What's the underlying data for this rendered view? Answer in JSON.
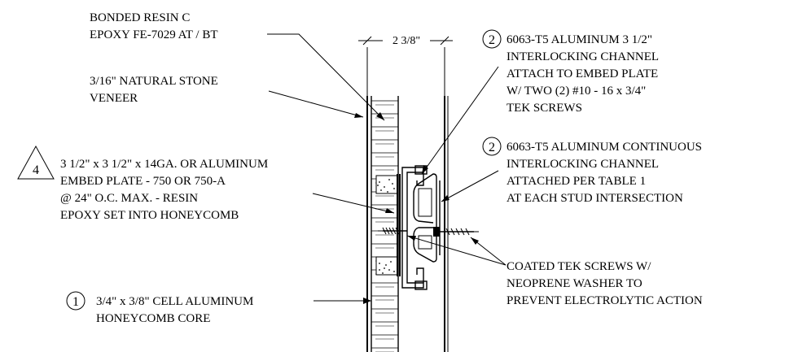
{
  "notes": {
    "resin": [
      "BONDED RESIN C",
      "EPOXY FE-7029 AT / BT"
    ],
    "veneer": [
      "3/16\" NATURAL STONE",
      "VENEER"
    ],
    "embed_plate": [
      "3 1/2\" x 3 1/2\" x 14GA. OR ALUMINUM",
      "EMBED PLATE - 750 OR 750-A",
      "@ 24\" O.C. MAX. - RESIN",
      "EPOXY SET INTO HONEYCOMB"
    ],
    "core": [
      "3/4\" x 3/8\" CELL ALUMINUM",
      "HONEYCOMB CORE"
    ],
    "channel_a": [
      "6063-T5 ALUMINUM 3 1/2\"",
      "INTERLOCKING CHANNEL",
      "ATTACH TO EMBED PLATE",
      "W/ TWO (2) #10 - 16 x 3/4\"",
      "TEK SCREWS"
    ],
    "channel_b": [
      "6063-T5 ALUMINUM CONTINUOUS",
      "INTERLOCKING CHANNEL",
      "ATTACHED PER TABLE 1",
      "AT EACH STUD INTERSECTION"
    ],
    "screws": [
      "COATED TEK SCREWS W/",
      "NEOPRENE WASHER TO",
      "PREVENT ELECTROLYTIC ACTION"
    ]
  },
  "tags": {
    "embed_tag": "4",
    "core_tag": "1",
    "channel_a_tag": "2",
    "channel_b_tag": "2"
  },
  "dimension": "2 3/8\""
}
